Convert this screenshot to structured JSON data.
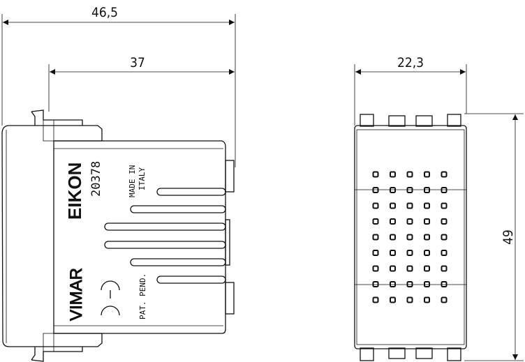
{
  "dimensions": {
    "overall_depth": "46,5",
    "body_depth": "37",
    "width": "22,3",
    "height": "49"
  },
  "markings": {
    "brand_series": "EIKON",
    "article_code": "20378",
    "origin_line1": "MADE IN",
    "origin_line2": "ITALY",
    "manufacturer": "VIMAR",
    "certification": "CE",
    "patent": "PAT. PEND."
  },
  "grille": {
    "columns": 5,
    "rows": 9
  }
}
